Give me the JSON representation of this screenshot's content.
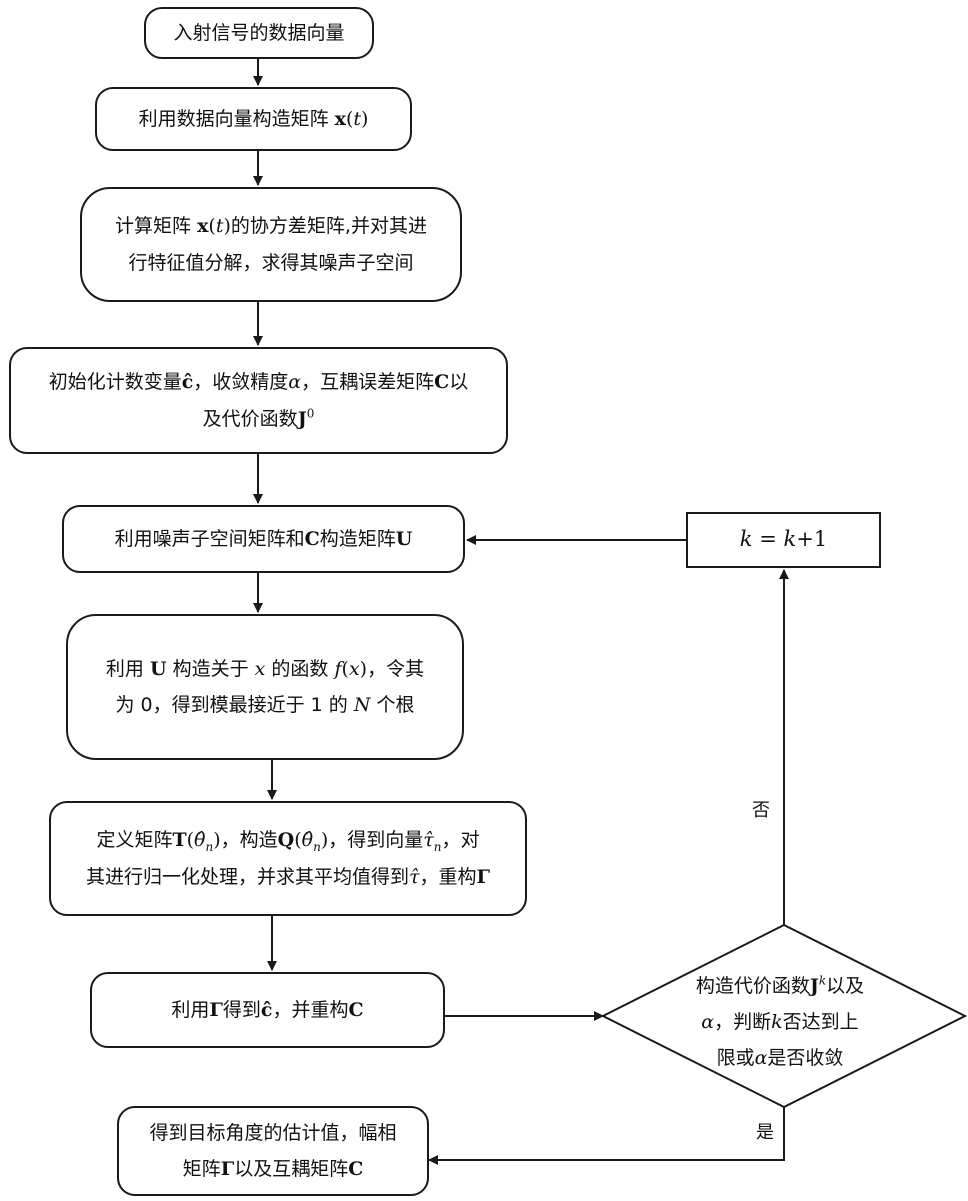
{
  "nodes": {
    "n1": {
      "line1": "入射信号的数据向量"
    },
    "n2": {
      "prefix": "利用数据向量构造矩阵",
      "sym": "x",
      "arg": "t"
    },
    "n3": {
      "a": "计算矩阵",
      "sym": "x",
      "arg": "t",
      "b": "的协方差矩阵,并对其进",
      "line2": "行特征值分解，求得其噪声子空间"
    },
    "n4": {
      "a": "初始化计数变量",
      "c": "ĉ",
      "b": "，收敛精度",
      "alpha": "α",
      "d": "，互耦误差矩阵",
      "C": "C",
      "e": "以",
      "f": "及代价函数",
      "J": "J",
      "sup": "0"
    },
    "n5": {
      "a": "利用噪声子空间矩阵和",
      "C": "C",
      "b": "构造矩阵",
      "U": "U"
    },
    "n6": {
      "a": "利用",
      "U": "U",
      "b": "构造关于",
      "x": "x",
      "c": "的函数",
      "f": "f",
      "d": "，令其",
      "e": "为 0，得到模最接近于 1 的",
      "N": "N",
      "g": "个根"
    },
    "n7": {
      "a": "定义矩阵",
      "T": "T",
      "theta": "θ̂",
      "sub": "n",
      "b": "，构造",
      "Q": "Q",
      "c": "，得到向量",
      "tau": "τ̂",
      "d": "，对",
      "e": "其进行归一化处理，并求其平均值得到",
      "f": "，重构",
      "G": "Γ"
    },
    "n8": {
      "a": "利用",
      "G": "Γ",
      "b": "得到",
      "c": "ĉ",
      "d": "，并重构",
      "C": "C"
    },
    "n9": {
      "line1": "得到目标角度的估计值，幅相",
      "a": "矩阵",
      "G": "Γ",
      "b": "以及互耦矩阵",
      "C": "C"
    },
    "n10": {
      "k": "k",
      "eq": "=",
      "k2": "k",
      "plus": "+1"
    },
    "diamond": {
      "a": "构造代价函数",
      "J": "J",
      "sup": "k",
      "b": "以及",
      "alpha": "α",
      "c": "，判断",
      "k": "k",
      "d": "否达到上",
      "e": "限或",
      "alpha2": "α",
      "f": "是否收敛"
    }
  },
  "edges": {
    "no_label": "否",
    "yes_label": "是"
  }
}
